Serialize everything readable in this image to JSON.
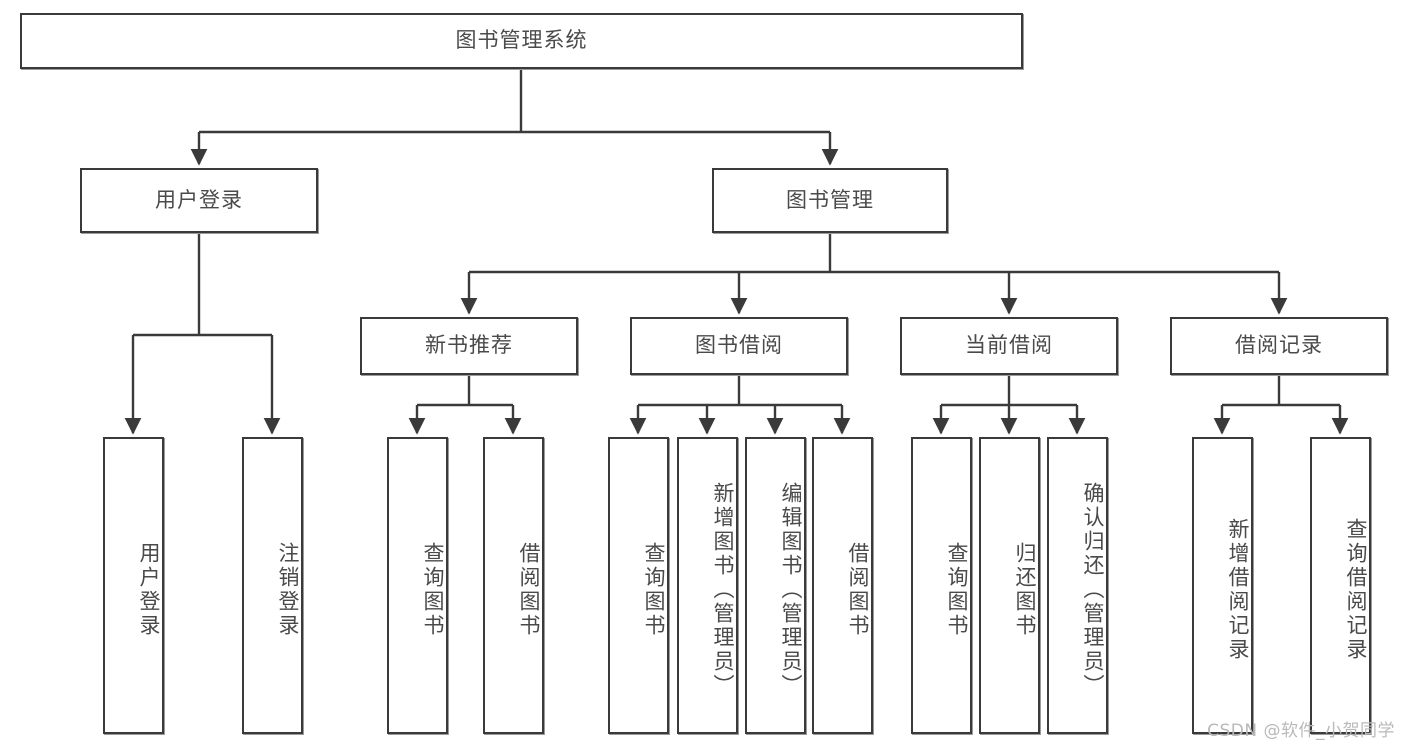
{
  "diagram": {
    "title": "图书管理系统",
    "type": "tree-hierarchy",
    "orientation": "top-down",
    "watermark": "CSDN @软件_小贺同学",
    "colors": {
      "box_border": "#3a3a3a",
      "box_fill": "#ffffff",
      "edge": "#3a3a3a",
      "text": "#4a4a4a",
      "watermark": "#b9b9b9",
      "background": "#ffffff"
    },
    "nodes": {
      "root": {
        "label": "图书管理系统"
      },
      "level2": [
        {
          "id": "user-login",
          "label": "用户登录"
        },
        {
          "id": "book-manage",
          "label": "图书管理"
        }
      ],
      "level3": [
        {
          "id": "new-book-recommend",
          "label": "新书推荐"
        },
        {
          "id": "book-borrow",
          "label": "图书借阅"
        },
        {
          "id": "current-borrow",
          "label": "当前借阅"
        },
        {
          "id": "borrow-record",
          "label": "借阅记录"
        }
      ],
      "leaves": {
        "user_login": [
          {
            "id": "leaf-user-login",
            "label": "用户登录"
          },
          {
            "id": "leaf-logout",
            "label": "注销登录"
          }
        ],
        "new_book_recommend": [
          {
            "id": "leaf-query-book-1",
            "label": "查询图书"
          },
          {
            "id": "leaf-borrow-book-1",
            "label": "借阅图书"
          }
        ],
        "book_borrow": [
          {
            "id": "leaf-query-book-2",
            "label": "查询图书"
          },
          {
            "id": "leaf-add-book",
            "label": "新增图书（管理员）"
          },
          {
            "id": "leaf-edit-book",
            "label": "编辑图书（管理员）"
          },
          {
            "id": "leaf-borrow-book-2",
            "label": "借阅图书"
          }
        ],
        "current_borrow": [
          {
            "id": "leaf-query-book-3",
            "label": "查询图书"
          },
          {
            "id": "leaf-return-book",
            "label": "归还图书"
          },
          {
            "id": "leaf-confirm-return",
            "label": "确认归还（管理员）"
          }
        ],
        "borrow_record": [
          {
            "id": "leaf-add-record",
            "label": "新增借阅记录"
          },
          {
            "id": "leaf-query-record",
            "label": "查询借阅记录"
          }
        ]
      }
    }
  }
}
